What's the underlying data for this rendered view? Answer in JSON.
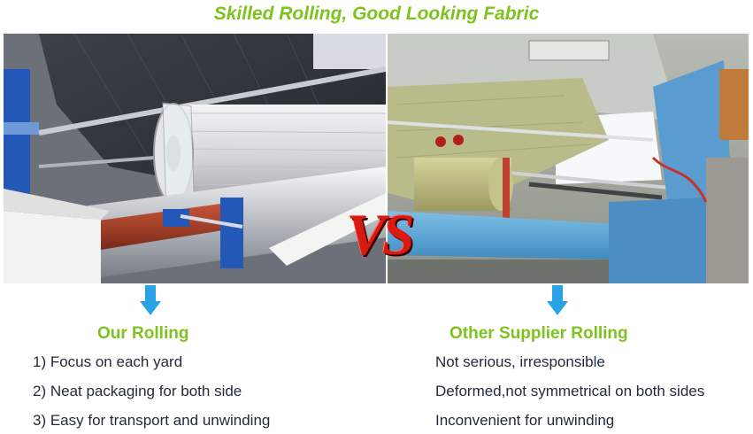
{
  "title": "Skilled Rolling, Good Looking Fabric",
  "vs_label": "VS",
  "left": {
    "heading": "Our Rolling",
    "items": [
      "1) Focus on each yard",
      "2) Neat packaging for both side",
      "3) Easy for transport and unwinding"
    ]
  },
  "right": {
    "heading": "Other Supplier Rolling",
    "items": [
      "Not serious, irresponsible",
      "Deformed,not symmetrical on both sides",
      "Inconvenient for unwinding"
    ]
  },
  "colors": {
    "accent_green": "#7ec21d",
    "vs_red": "#d81a10",
    "arrow_blue": "#2aa3e6",
    "text": "#1f2a3a"
  },
  "icons": {
    "left_arrow": "arrow-down-icon",
    "right_arrow": "arrow-down-icon"
  }
}
